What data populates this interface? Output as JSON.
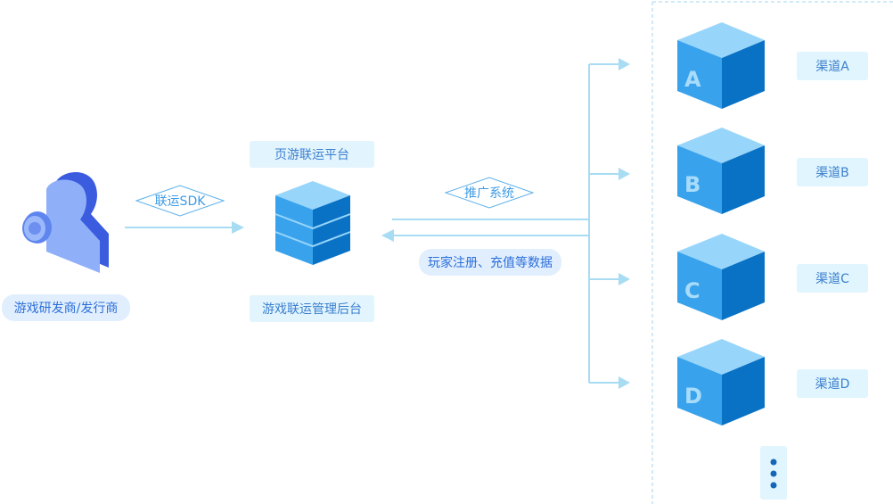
{
  "developer": {
    "label": "游戏研发商/发行商",
    "icon": "user-gamepad-icon"
  },
  "sdk_link": {
    "label": "联运SDK"
  },
  "platform": {
    "top_label": "页游联运平台",
    "bottom_label": "游戏联运管理后台",
    "icon": "server-stack-icon"
  },
  "promotion": {
    "label": "推广系统"
  },
  "feedback": {
    "label": "玩家注册、充值等数据"
  },
  "channels": [
    {
      "letter": "A",
      "label": "渠道A"
    },
    {
      "letter": "B",
      "label": "渠道B"
    },
    {
      "letter": "C",
      "label": "渠道C"
    },
    {
      "letter": "D",
      "label": "渠道D"
    }
  ],
  "more": {
    "icon": "more-vertical-icon"
  },
  "colors": {
    "line": "#a8dcf3",
    "cube_top": "#98d5fb",
    "cube_left": "#38a3ec",
    "cube_right": "#0a72c4",
    "dash": "#b5ddf4"
  }
}
